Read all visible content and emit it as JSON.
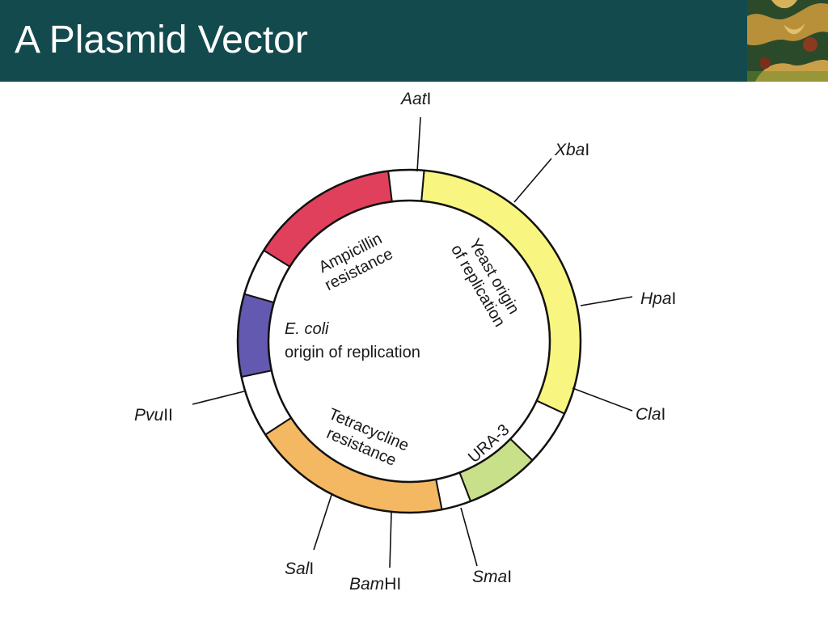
{
  "slide": {
    "title": "A Plasmid Vector"
  },
  "colors": {
    "title_bar": "#134a4d",
    "ampicillin": "#e0405c",
    "yeast_origin": "#f8f680",
    "ura3": "#c8e08a",
    "tetracycline": "#f4b762",
    "ecoli_origin": "#6459b0",
    "gap": "#ffffff"
  },
  "regions": {
    "ampicillin": [
      "Ampicillin",
      "resistance"
    ],
    "yeast_origin": [
      "Yeast origin",
      "of replication"
    ],
    "ecoli_origin": [
      "E. coli",
      "origin of replication"
    ],
    "tetracycline": [
      "Tetracycline",
      "resistance"
    ],
    "ura3": [
      "URA-3"
    ]
  },
  "sites": {
    "aat": {
      "italic": "Aat",
      "suffix": "I"
    },
    "xba": {
      "italic": "Xba",
      "suffix": "I"
    },
    "hpa": {
      "italic": "Hpa",
      "suffix": "I"
    },
    "cla": {
      "italic": "Cla",
      "suffix": "I"
    },
    "sma": {
      "italic": "Sma",
      "suffix": "I"
    },
    "bam": {
      "italic": "Bam",
      "suffix": "HI"
    },
    "sal": {
      "italic": "Sal",
      "suffix": "I"
    },
    "pvu": {
      "italic": "Pvu",
      "suffix": "II"
    }
  }
}
